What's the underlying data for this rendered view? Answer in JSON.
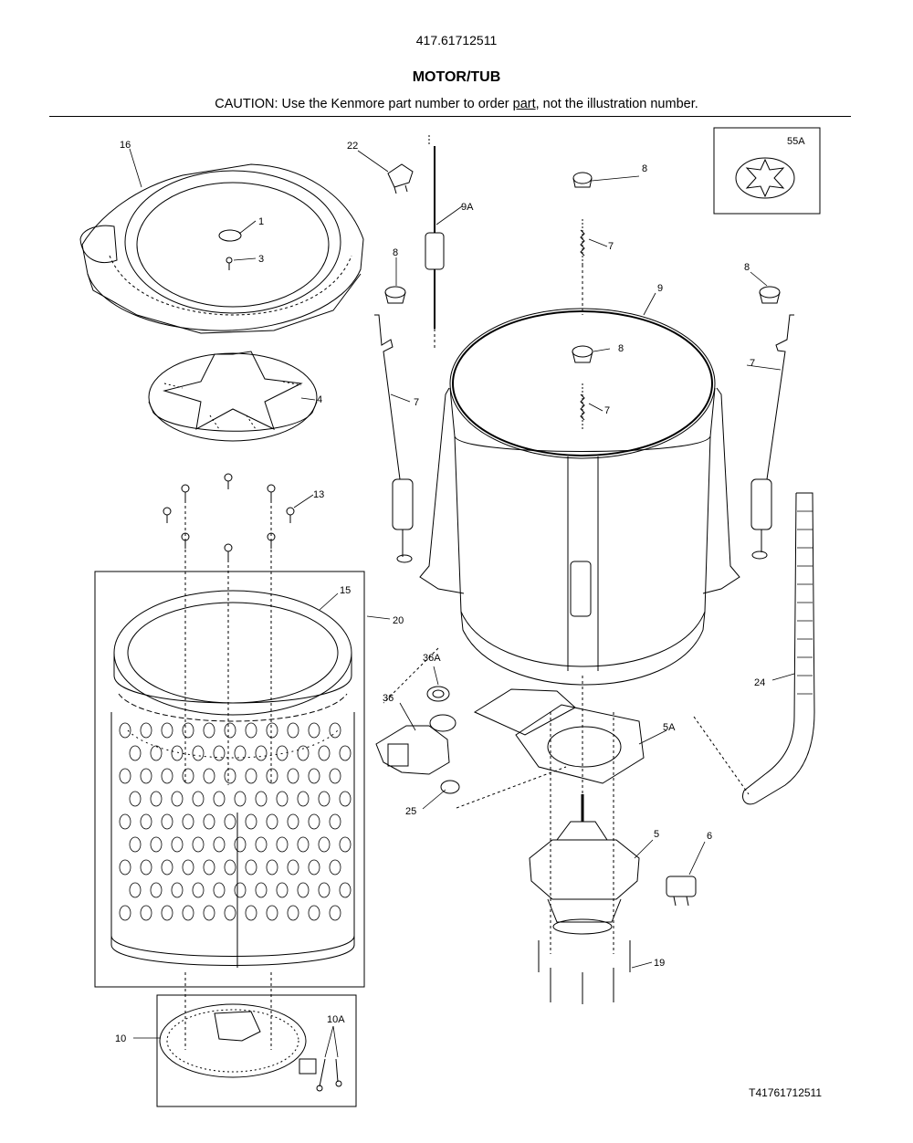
{
  "header": {
    "model": "417.61712511",
    "title": "MOTOR/TUB",
    "caution_pre": "CAUTION: Use the Kenmore part number to order ",
    "caution_link": "part",
    "caution_post": ", not the illustration number."
  },
  "callouts": {
    "p16": "16",
    "p1": "1",
    "p3": "3",
    "p4": "4",
    "p13": "13",
    "p15": "15",
    "p20": "20",
    "p22": "22",
    "p9A": "9A",
    "p8a": "8",
    "p8b": "8",
    "p8c": "8",
    "p8d": "8",
    "p7a": "7",
    "p7b": "7",
    "p7c": "7",
    "p7d": "7",
    "p9": "9",
    "p55A": "55A",
    "p36A": "36A",
    "p36": "36",
    "p25": "25",
    "p5A": "5A",
    "p5": "5",
    "p6": "6",
    "p19": "19",
    "p24": "24",
    "p10": "10",
    "p10A": "10A"
  },
  "footer": {
    "code": "T41761712511"
  }
}
